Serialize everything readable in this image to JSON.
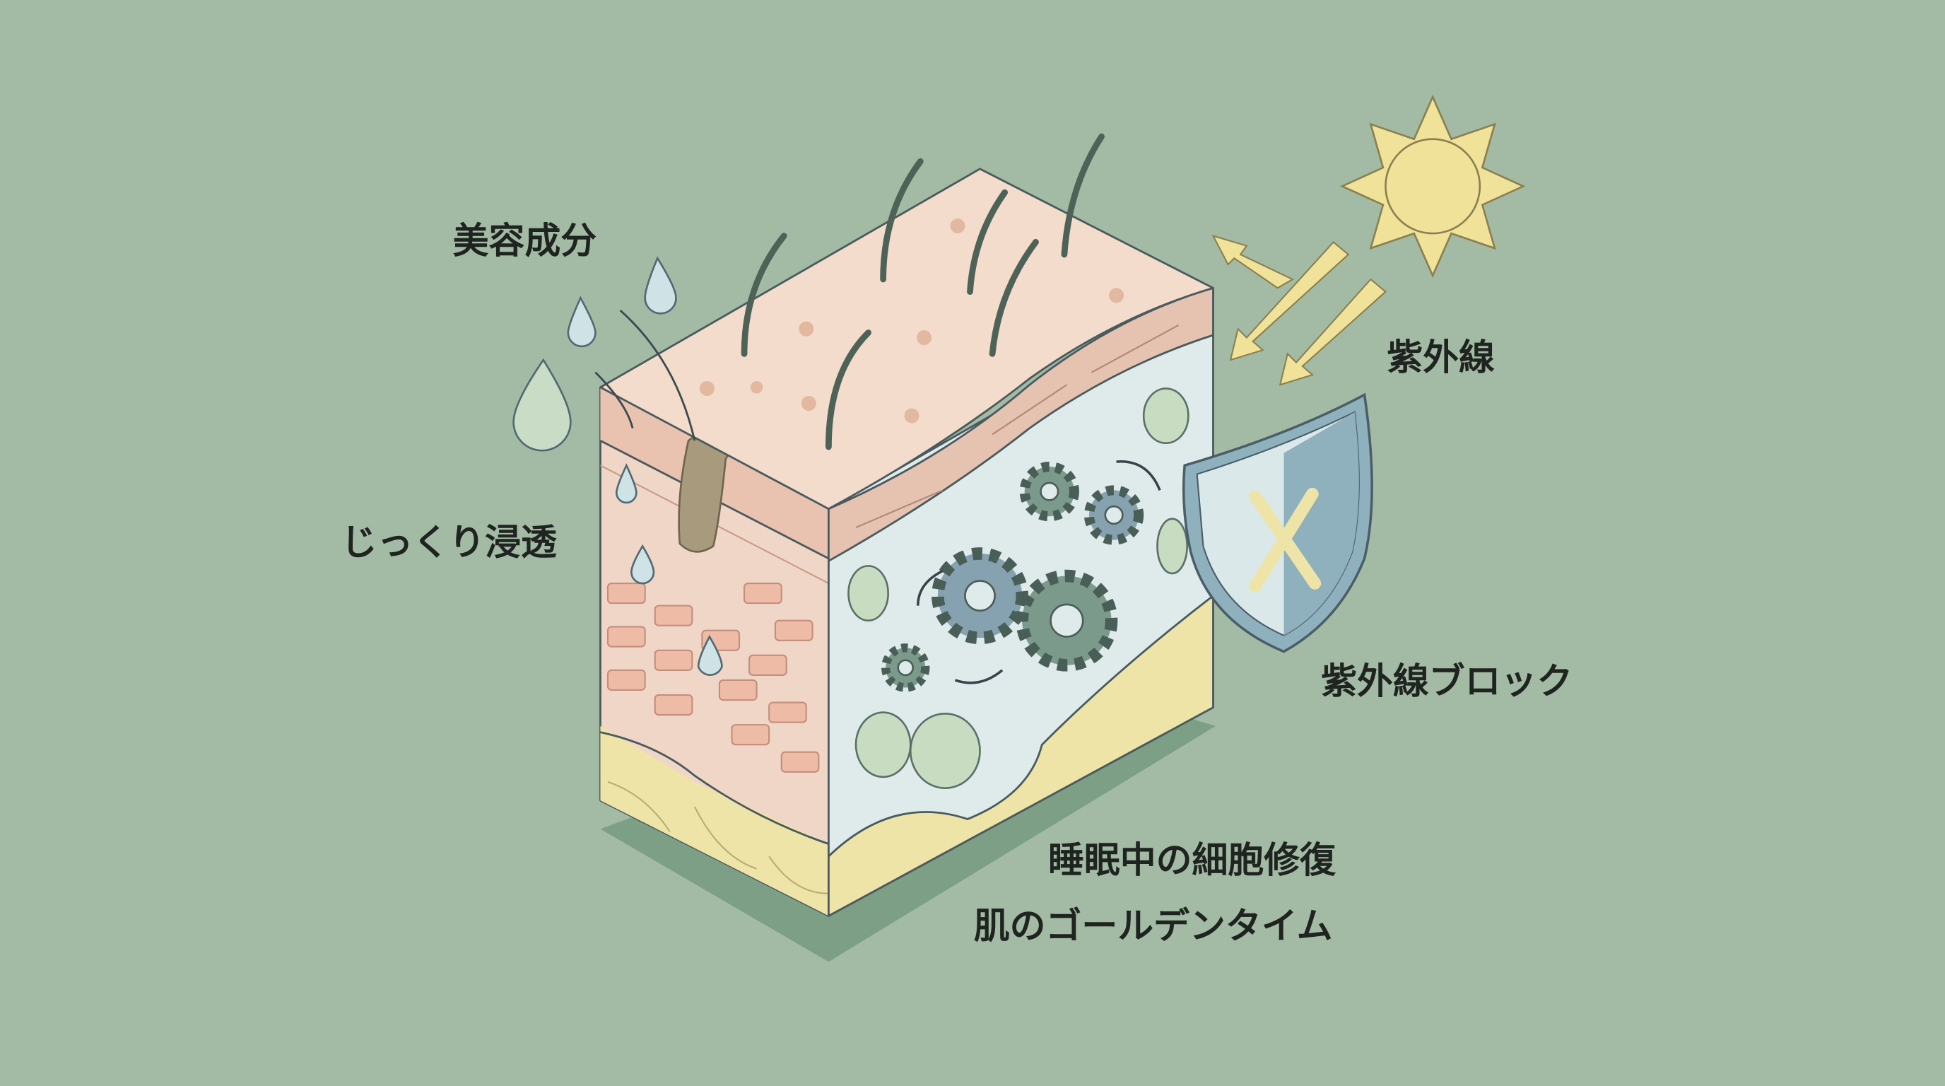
{
  "labels": {
    "ingredients": "美容成分",
    "penetration": "じっくり浸透",
    "uv": "紫外線",
    "uv_block": "紫外線ブロック",
    "repair": "睡眠中の細胞修復",
    "golden_time": "肌のゴールデンタイム"
  },
  "colors": {
    "background": "#a3bba4",
    "skin_surface": "#f3dccb",
    "dermis": "#dfeaea",
    "fat": "#efe4a8",
    "sun": "#f1e29a",
    "shield": "#8fb0bd",
    "gear": "#7b9a8c"
  }
}
